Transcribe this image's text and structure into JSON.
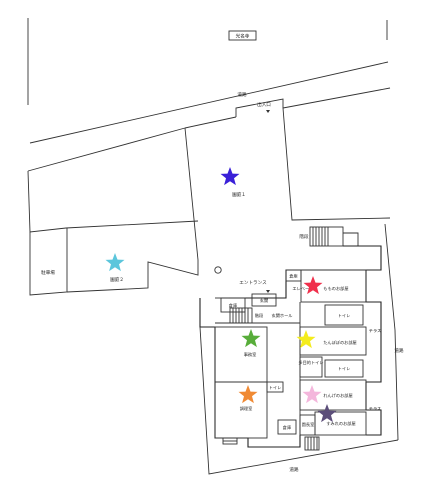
{
  "labels": {
    "temple": "光名寺",
    "road_top": "道路",
    "entrance_gate": "出入口",
    "garden1": "園庭１",
    "garden2": "園庭２",
    "parking": "駐車場",
    "stairs": "階段",
    "entrance": "エントランス",
    "elevator": "エレベーター",
    "storage": "倉庫",
    "foyer": "玄関",
    "momo_room": "もものお部屋",
    "storage2": "倉庫",
    "stairs2": "階段",
    "entry_hall": "玄関ホール",
    "toilet1": "トイレ",
    "office": "事務室",
    "terrace1": "テラス",
    "tanpopo_room": "たんぽぽのお部屋",
    "multi_toilet": "多目的トイレ",
    "toilet2": "トイレ",
    "road_right": "道路",
    "toilet3": "トイレ",
    "kitchen": "調理室",
    "renge_room": "れんげのお部屋",
    "terrace2": "テラス",
    "sumire_room": "すみれのお部屋",
    "storage3": "倉庫",
    "nursing": "園長室",
    "road_bottom": "道路"
  },
  "stars": [
    {
      "name": "garden1-star",
      "color": "#3a20d8"
    },
    {
      "name": "garden2-star",
      "color": "#5cc6dc"
    },
    {
      "name": "momo-star",
      "color": "#f0304c"
    },
    {
      "name": "office-star",
      "color": "#58ad3a"
    },
    {
      "name": "tanpopo-star",
      "color": "#f4ec1c"
    },
    {
      "name": "kitchen-star",
      "color": "#f08a34"
    },
    {
      "name": "renge-star",
      "color": "#f4b6dc"
    },
    {
      "name": "sumire-star",
      "color": "#5c4e7a"
    }
  ]
}
